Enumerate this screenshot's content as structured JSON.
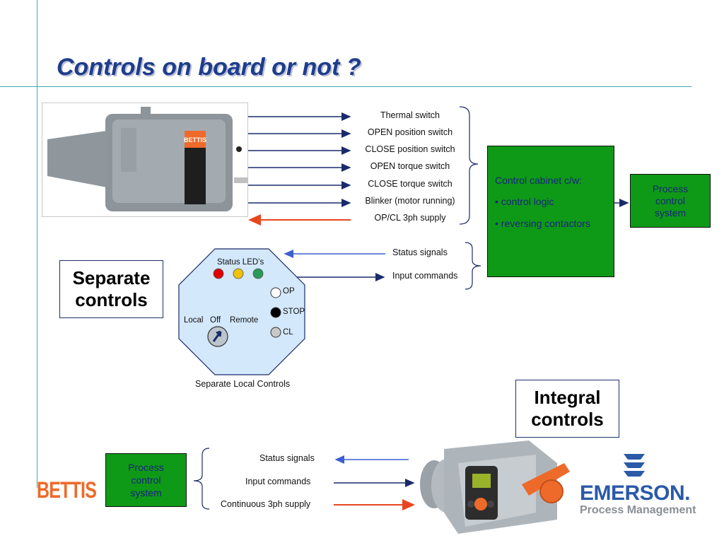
{
  "title": "Controls on board or not ?",
  "top_signals": [
    "Thermal switch",
    "OPEN position switch",
    "CLOSE position switch",
    "OPEN torque switch",
    "CLOSE torque switch",
    "Blinker (motor running)",
    "OP/CL  3ph supply"
  ],
  "control_cabinet": {
    "heading": "Control cabinet c/w:",
    "items": [
      "• control logic",
      "• reversing contactors"
    ]
  },
  "process_control_top": "Process control system",
  "separate_label": "Separate controls",
  "separate_signals": {
    "status": "Status signals",
    "input": "Input commands"
  },
  "octagon": {
    "leds_label": "Status LED’s",
    "buttons": [
      "OP",
      "STOP",
      "CL"
    ],
    "selector": {
      "local": "Local",
      "off": "Off",
      "remote": "Remote"
    },
    "caption": "Separate Local Controls"
  },
  "integral_label": "Integral controls",
  "bottom_signals": {
    "status": "Status signals",
    "input": "Input commands",
    "supply": "Continuous 3ph supply"
  },
  "process_control_bottom": "Process control system",
  "logos": {
    "bettis": "BETTIS",
    "emerson": "EMERSON.",
    "emerson_sub": "Process Management"
  },
  "colors": {
    "title": "#1f3d8c",
    "green_box": "#0e9a17",
    "arrow_dark": "#1a2b6b",
    "arrow_blue": "#3b5fcf",
    "arrow_red": "#e8461e",
    "bettis_orange": "#ee6a2a",
    "emerson_blue": "#2a5aa8"
  }
}
